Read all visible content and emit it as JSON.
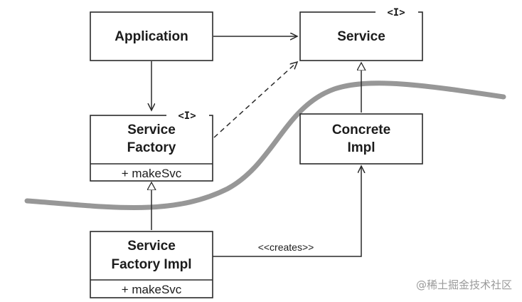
{
  "boxes": {
    "application": {
      "title": "Application"
    },
    "service": {
      "title": "Service",
      "stereotype": "<I>"
    },
    "service_factory": {
      "title_line1": "Service",
      "title_line2": "Factory",
      "stereotype": "<I>",
      "member": "+ makeSvc"
    },
    "concrete_impl": {
      "title_line1": "Concrete",
      "title_line2": "Impl"
    },
    "service_factory_impl": {
      "title_line1": "Service",
      "title_line2": "Factory Impl",
      "member": "+ makeSvc"
    }
  },
  "connectors": {
    "creates_label": "<<creates>>"
  },
  "boundary": {
    "color": "#8c8c8c"
  },
  "watermark": "@稀土掘金技术社区"
}
